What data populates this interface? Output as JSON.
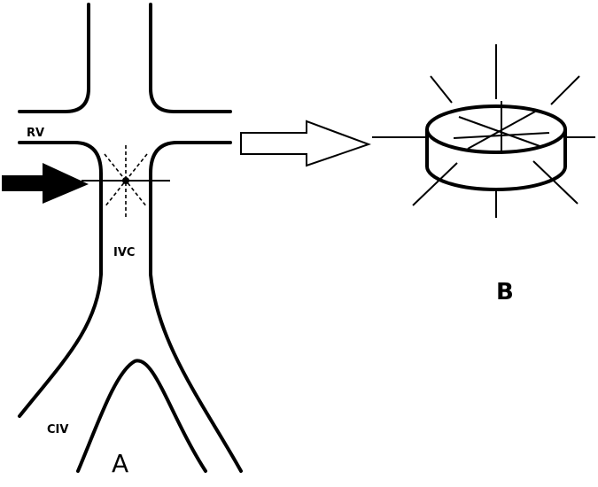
{
  "panel_a": {
    "label": "A",
    "vessels": {
      "renal_vein": "RV",
      "inferior_vena_cava": "IVC",
      "common_iliac_vein": "CIV"
    }
  },
  "panel_b": {
    "label": "B"
  },
  "colors": {
    "line": "#000000",
    "background": "#ffffff",
    "open_arrow_fill": "#ffffff",
    "solid_arrow_fill": "#000000"
  }
}
